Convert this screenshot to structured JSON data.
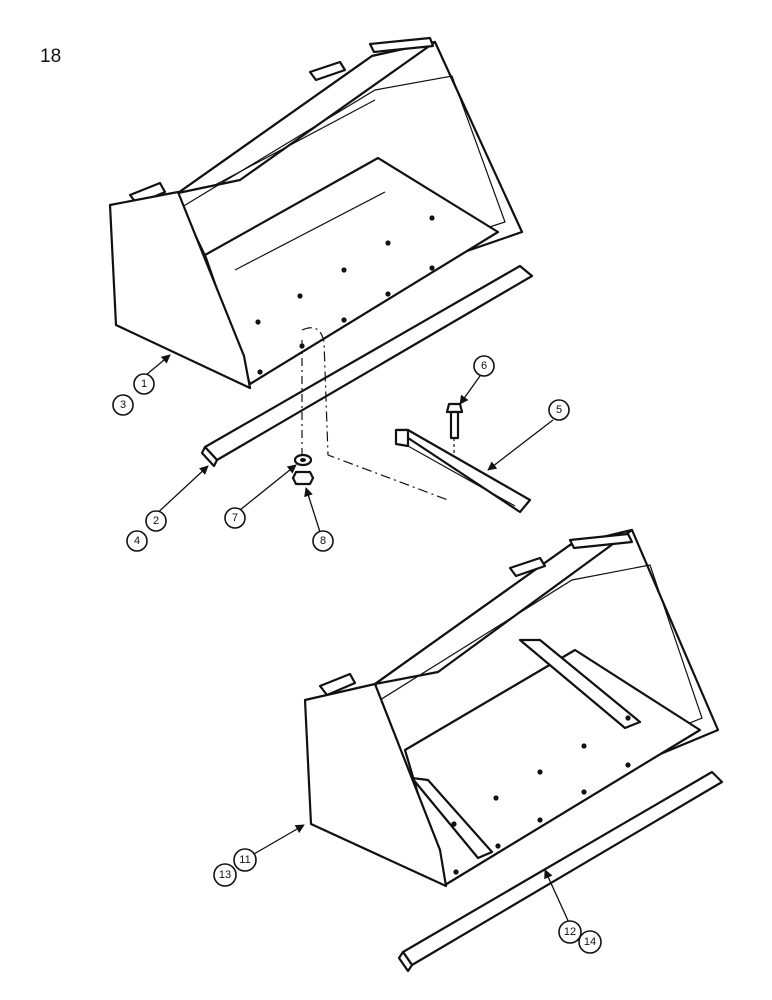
{
  "page_number": "18",
  "callouts": {
    "c1": "1",
    "c2": "2",
    "c3": "3",
    "c4": "4",
    "c5": "5",
    "c6": "6",
    "c7": "7",
    "c8": "8",
    "c11": "11",
    "c12": "12",
    "c13": "13",
    "c14": "14"
  }
}
